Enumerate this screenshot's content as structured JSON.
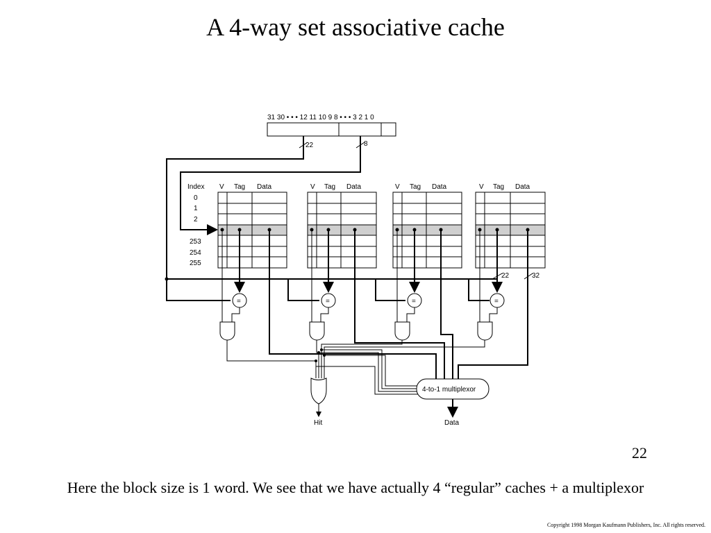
{
  "slide": {
    "title": "A 4-way set associative cache",
    "page_number": "22",
    "caption": "Here the block size is 1 word. We see that we have actually 4 “regular” caches + a multiplexor",
    "copyright": "Copyright 1998 Morgan Kaufmann Publishers, Inc. All rights reserved."
  },
  "diagram": {
    "address_bits": {
      "left": "31 30 • • • 12 11 10 9 8 • • • 3 2 1 0"
    },
    "tag_width": "22",
    "index_width": "8",
    "index_header": "Index",
    "index_labels": [
      "0",
      "1",
      "2",
      "253",
      "254",
      "255"
    ],
    "column_headers": {
      "v": "V",
      "tag": "Tag",
      "data": "Data"
    },
    "comparator_symbol": "=",
    "output_tag_width": "22",
    "output_data_width": "32",
    "mux_label": "4-to-1 multiplexor",
    "hit_label": "Hit",
    "data_label": "Data"
  },
  "colors": {
    "highlight_row": "#cfcfcf",
    "line": "#000000"
  }
}
